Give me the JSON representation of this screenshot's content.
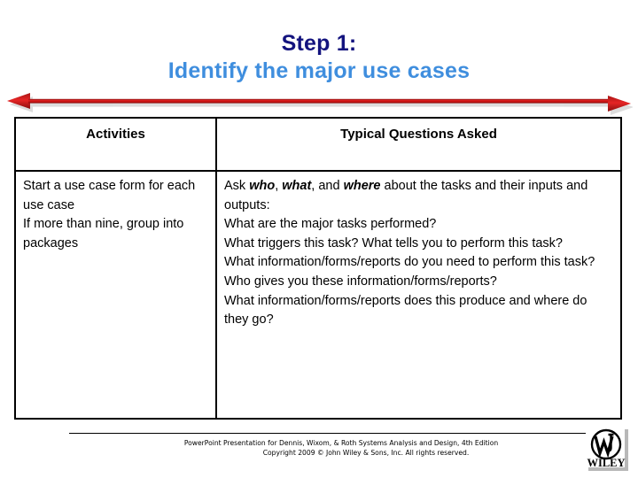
{
  "slide": {
    "title_line_1": "Step 1:",
    "title_line_2": "Identify the major use cases",
    "title_color_1": "#13137e",
    "title_color_2": "#3f8ede",
    "accent_arrow_color": "#c00000",
    "background_color": "#ffffff"
  },
  "arrow": {
    "name": "red-double-headed-arrow",
    "direction": "both",
    "color": "#cc1111",
    "shadow_color": "#d9d9d9"
  },
  "table": {
    "columns": [
      {
        "header": "Activities",
        "key": "activities"
      },
      {
        "header": "Typical Questions Asked",
        "key": "questions"
      }
    ],
    "rows": [
      {
        "activities": [
          "Start a use case form for each use case",
          "If more than nine, group into packages"
        ],
        "questions": [
          {
            "prefix": "Ask ",
            "em1": "who",
            "mid1": ", ",
            "em2": "what",
            "mid2": ", and ",
            "em3": "where",
            "suffix": " about the tasks and their inputs and outputs:"
          },
          {
            "plain": "What are the major tasks performed?"
          },
          {
            "plain": "What triggers this task?  What tells you to perform this task?"
          },
          {
            "plain": "What information/forms/reports do you need to perform this task?"
          },
          {
            "plain": "Who gives you these information/forms/reports?"
          },
          {
            "plain": "What information/forms/reports does this produce and where do they go?"
          }
        ]
      }
    ]
  },
  "footer": {
    "line_1": "PowerPoint Presentation for Dennis, Wixom, & Roth Systems Analysis and Design, 4th Edition",
    "line_2": "Copyright 2009 © John Wiley & Sons, Inc.  All rights reserved.",
    "logo_wordmark": "WILEY",
    "logo_monogram": "WJ"
  }
}
